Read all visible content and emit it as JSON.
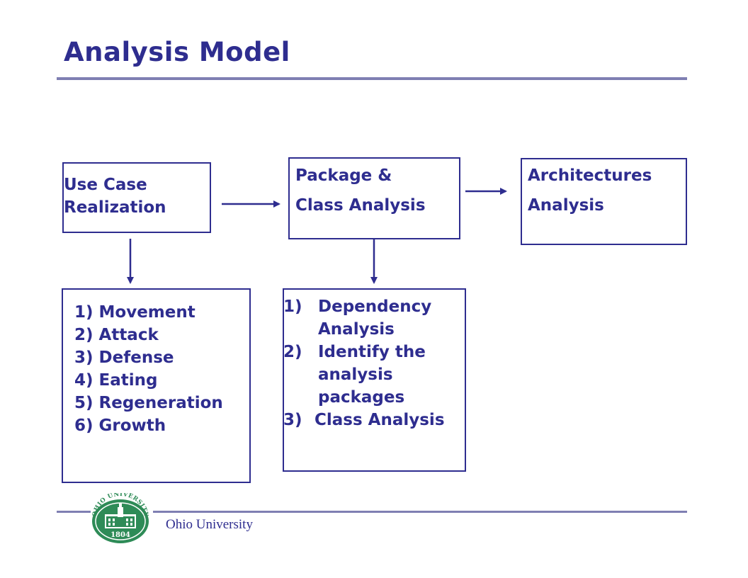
{
  "title": "Analysis Model",
  "boxes": {
    "use_case": [
      "Use Case",
      "Realization"
    ],
    "package": [
      "Package &",
      "Class Analysis"
    ],
    "architecture": [
      "Architectures",
      "Analysis"
    ]
  },
  "use_case_list": [
    "1) Movement",
    "2) Attack",
    "3) Defense",
    "4) Eating",
    "5) Regeneration",
    "6) Growth"
  ],
  "package_list": [
    {
      "num": "1)",
      "lines": [
        "Dependency",
        "Analysis"
      ]
    },
    {
      "num": "2)",
      "lines": [
        "Identify the",
        "analysis",
        "packages"
      ]
    },
    {
      "num": "3)",
      "lines": [
        "Class Analysis"
      ]
    }
  ],
  "footer": {
    "institution": "Ohio University",
    "seal_top": "OHIO UNIVERSITY",
    "seal_year": "1804"
  },
  "colors": {
    "primary": "#2e2d8f",
    "rule": "#7f7fb2",
    "seal_green": "#2e8b57"
  }
}
